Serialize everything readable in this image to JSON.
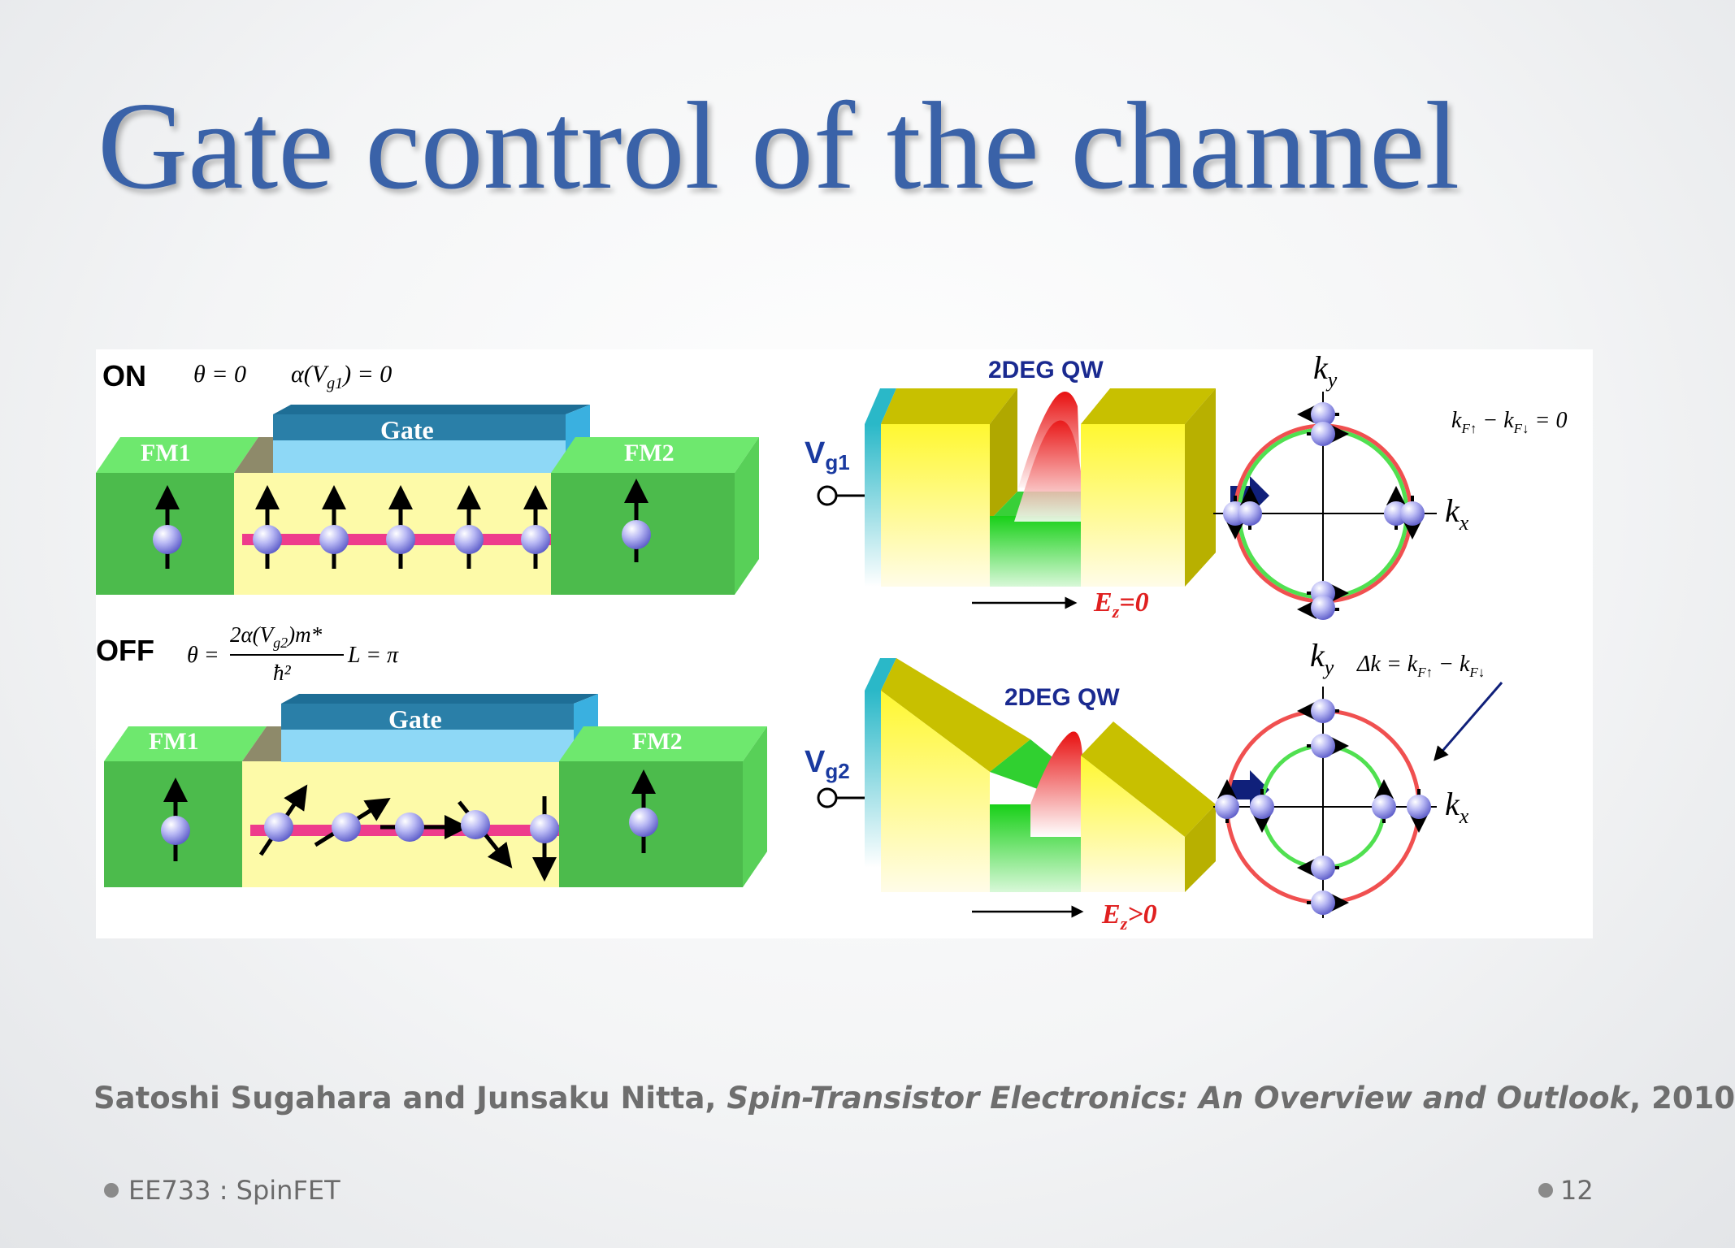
{
  "slide": {
    "title": "Gate control of the channel",
    "citation_authors": "Satoshi Sugahara and Junsaku Nitta, ",
    "citation_title": "Spin-Transistor Electronics: An Overview and Outlook",
    "citation_year": ", 2010",
    "footer_text": "EE733 : SpinFET",
    "page_number": "12"
  },
  "figure": {
    "on_label": "ON",
    "on_condition_theta": "θ = 0",
    "on_condition_alpha": "α(V",
    "on_condition_alpha_sub": "g1",
    "on_condition_alpha_tail": ") = 0",
    "off_label": "OFF",
    "off_theta_lhs": "θ =",
    "off_numerator": "2α(V",
    "off_numerator_sub": "g2",
    "off_numerator_tail": ")m*",
    "off_denominator": "ħ²",
    "off_tail": "L = π",
    "gate_label": "Gate",
    "fm1_label": "FM1",
    "fm2_label": "FM2",
    "qw_label": "2DEG QW",
    "vg1_main": "V",
    "vg1_sub": "g1",
    "vg2_main": "V",
    "vg2_sub": "g2",
    "ez0_main": "E",
    "ez0_sub": "z",
    "ez0_tail": "=0",
    "ezpos_main": "E",
    "ezpos_sub": "z",
    "ezpos_tail": ">0",
    "ky_label": "k",
    "ky_sub": "y",
    "kx_label": "k",
    "kx_sub": "x",
    "kf_equal": "k",
    "kf_equal_sub1": "F↑",
    "kf_equal_mid": " − k",
    "kf_equal_sub2": "F↓",
    "kf_equal_tail": " = 0",
    "delta_k": "Δk = k",
    "delta_k_sub1": "F↑",
    "delta_k_mid": " − k",
    "delta_k_sub2": "F↓"
  },
  "colors": {
    "title": "#3a62a8",
    "fm_green": "#4cbb4c",
    "fm_top": "#6ee86e",
    "channel_yellow": "#fdfaa8",
    "gate_top": "#2a7fa8",
    "gate_front": "#8ed8f6",
    "channel_pink": "#ee3c8c",
    "qw_yellow": "#fffa50",
    "qw_side": "#c8c000",
    "fermi_red": "#f05050",
    "fermi_green": "#50e050",
    "field_red": "#e02020",
    "vg_blue": "#1a3aa0",
    "arrow_navy": "#10207a"
  }
}
